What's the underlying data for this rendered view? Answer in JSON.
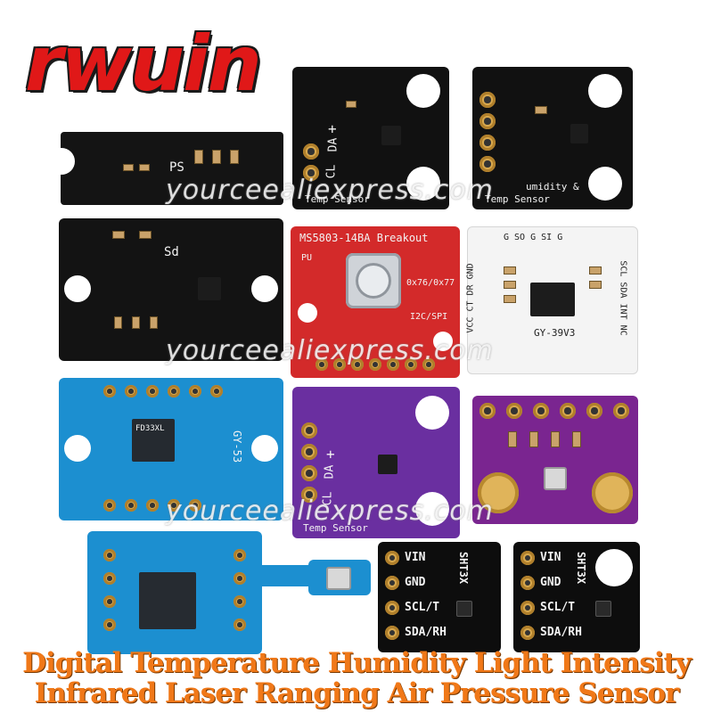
{
  "brand": {
    "logo_text": "rwuin"
  },
  "watermark": {
    "text": "yourceealiexpress.com"
  },
  "boards": {
    "ps_board": {
      "label": "PS"
    },
    "humidity_top_mid": {
      "pins": [
        "CL",
        "DA",
        "+"
      ],
      "label": "Temp Sensor"
    },
    "humidity_top_right": {
      "label_line1": "umidity &",
      "label_line2": "Temp Sensor"
    },
    "sd_board": {
      "label": "Sd"
    },
    "ms5803": {
      "title": "MS5803-14BA Breakout",
      "addr": "0x76/0x77",
      "iface": "I2C/SPI",
      "pu": "PU"
    },
    "gy39": {
      "top_pins": "G  SO  G  SI  G",
      "left_pins": "VCC CT DR GND",
      "right_pins": "SCL SDA INT NC",
      "model": "GY-39V3"
    },
    "gy53": {
      "model": "GY-53",
      "chip": "FD33XL"
    },
    "purple_humidity": {
      "pins": [
        "CL",
        "DA",
        "+"
      ],
      "label": "Temp Sensor"
    },
    "sht3x_left": {
      "model": "SHT3X",
      "pins": [
        "VIN",
        "GND",
        "SCL/T",
        "SDA/RH"
      ]
    },
    "sht3x_right": {
      "model": "SHT3X",
      "pins": [
        "VIN",
        "GND",
        "SCL/T",
        "SDA/RH"
      ]
    }
  },
  "caption": {
    "line1": "Digital Temperature  Humidity  Light Intensity",
    "line2": "Infrared Laser Ranging  Air Pressure Sensor"
  },
  "colors": {
    "logo": "#e01818",
    "caption": "#f07818",
    "black_pcb": "#141414",
    "red_pcb": "#d32a2a",
    "blue_pcb": "#1c8fd0",
    "purple_pcb": "#6a2fa0",
    "white_pcb": "#f4f4f4"
  }
}
